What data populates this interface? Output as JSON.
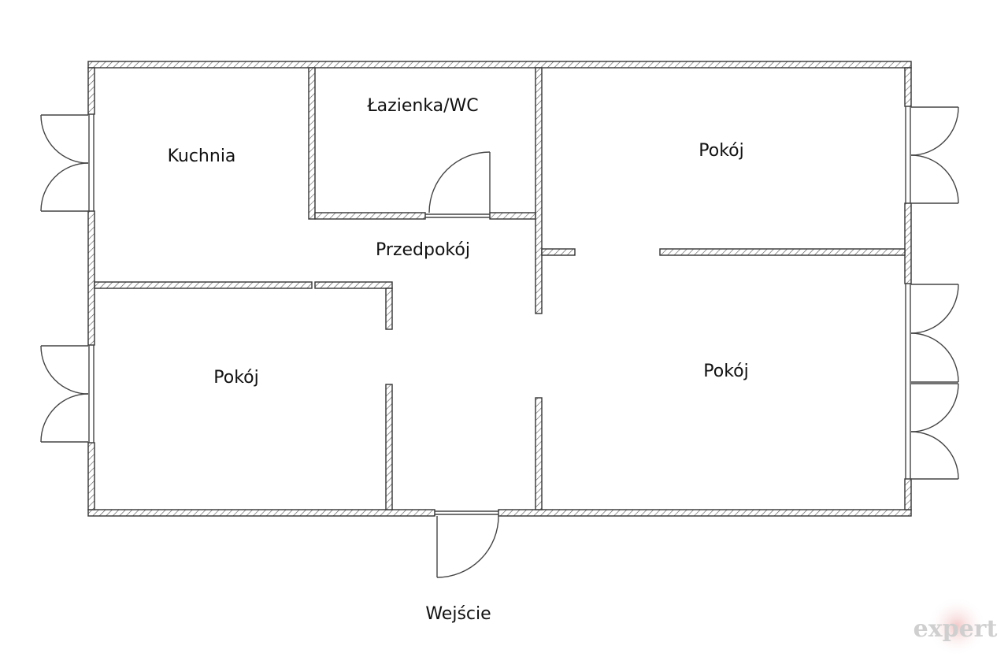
{
  "plan": {
    "rooms": {
      "kitchen": "Kuchnia",
      "bathroom": "Łazienka/WC",
      "hall": "Przedpokój",
      "room_top_right": "Pokój",
      "room_left": "Pokój",
      "room_bottom_right": "Pokój"
    },
    "entrance": "Wejście"
  },
  "watermark": "expert",
  "colors": {
    "line": "#333333",
    "watermark": "#cfcfcf",
    "watermark_glow": "#f3c7c7"
  }
}
